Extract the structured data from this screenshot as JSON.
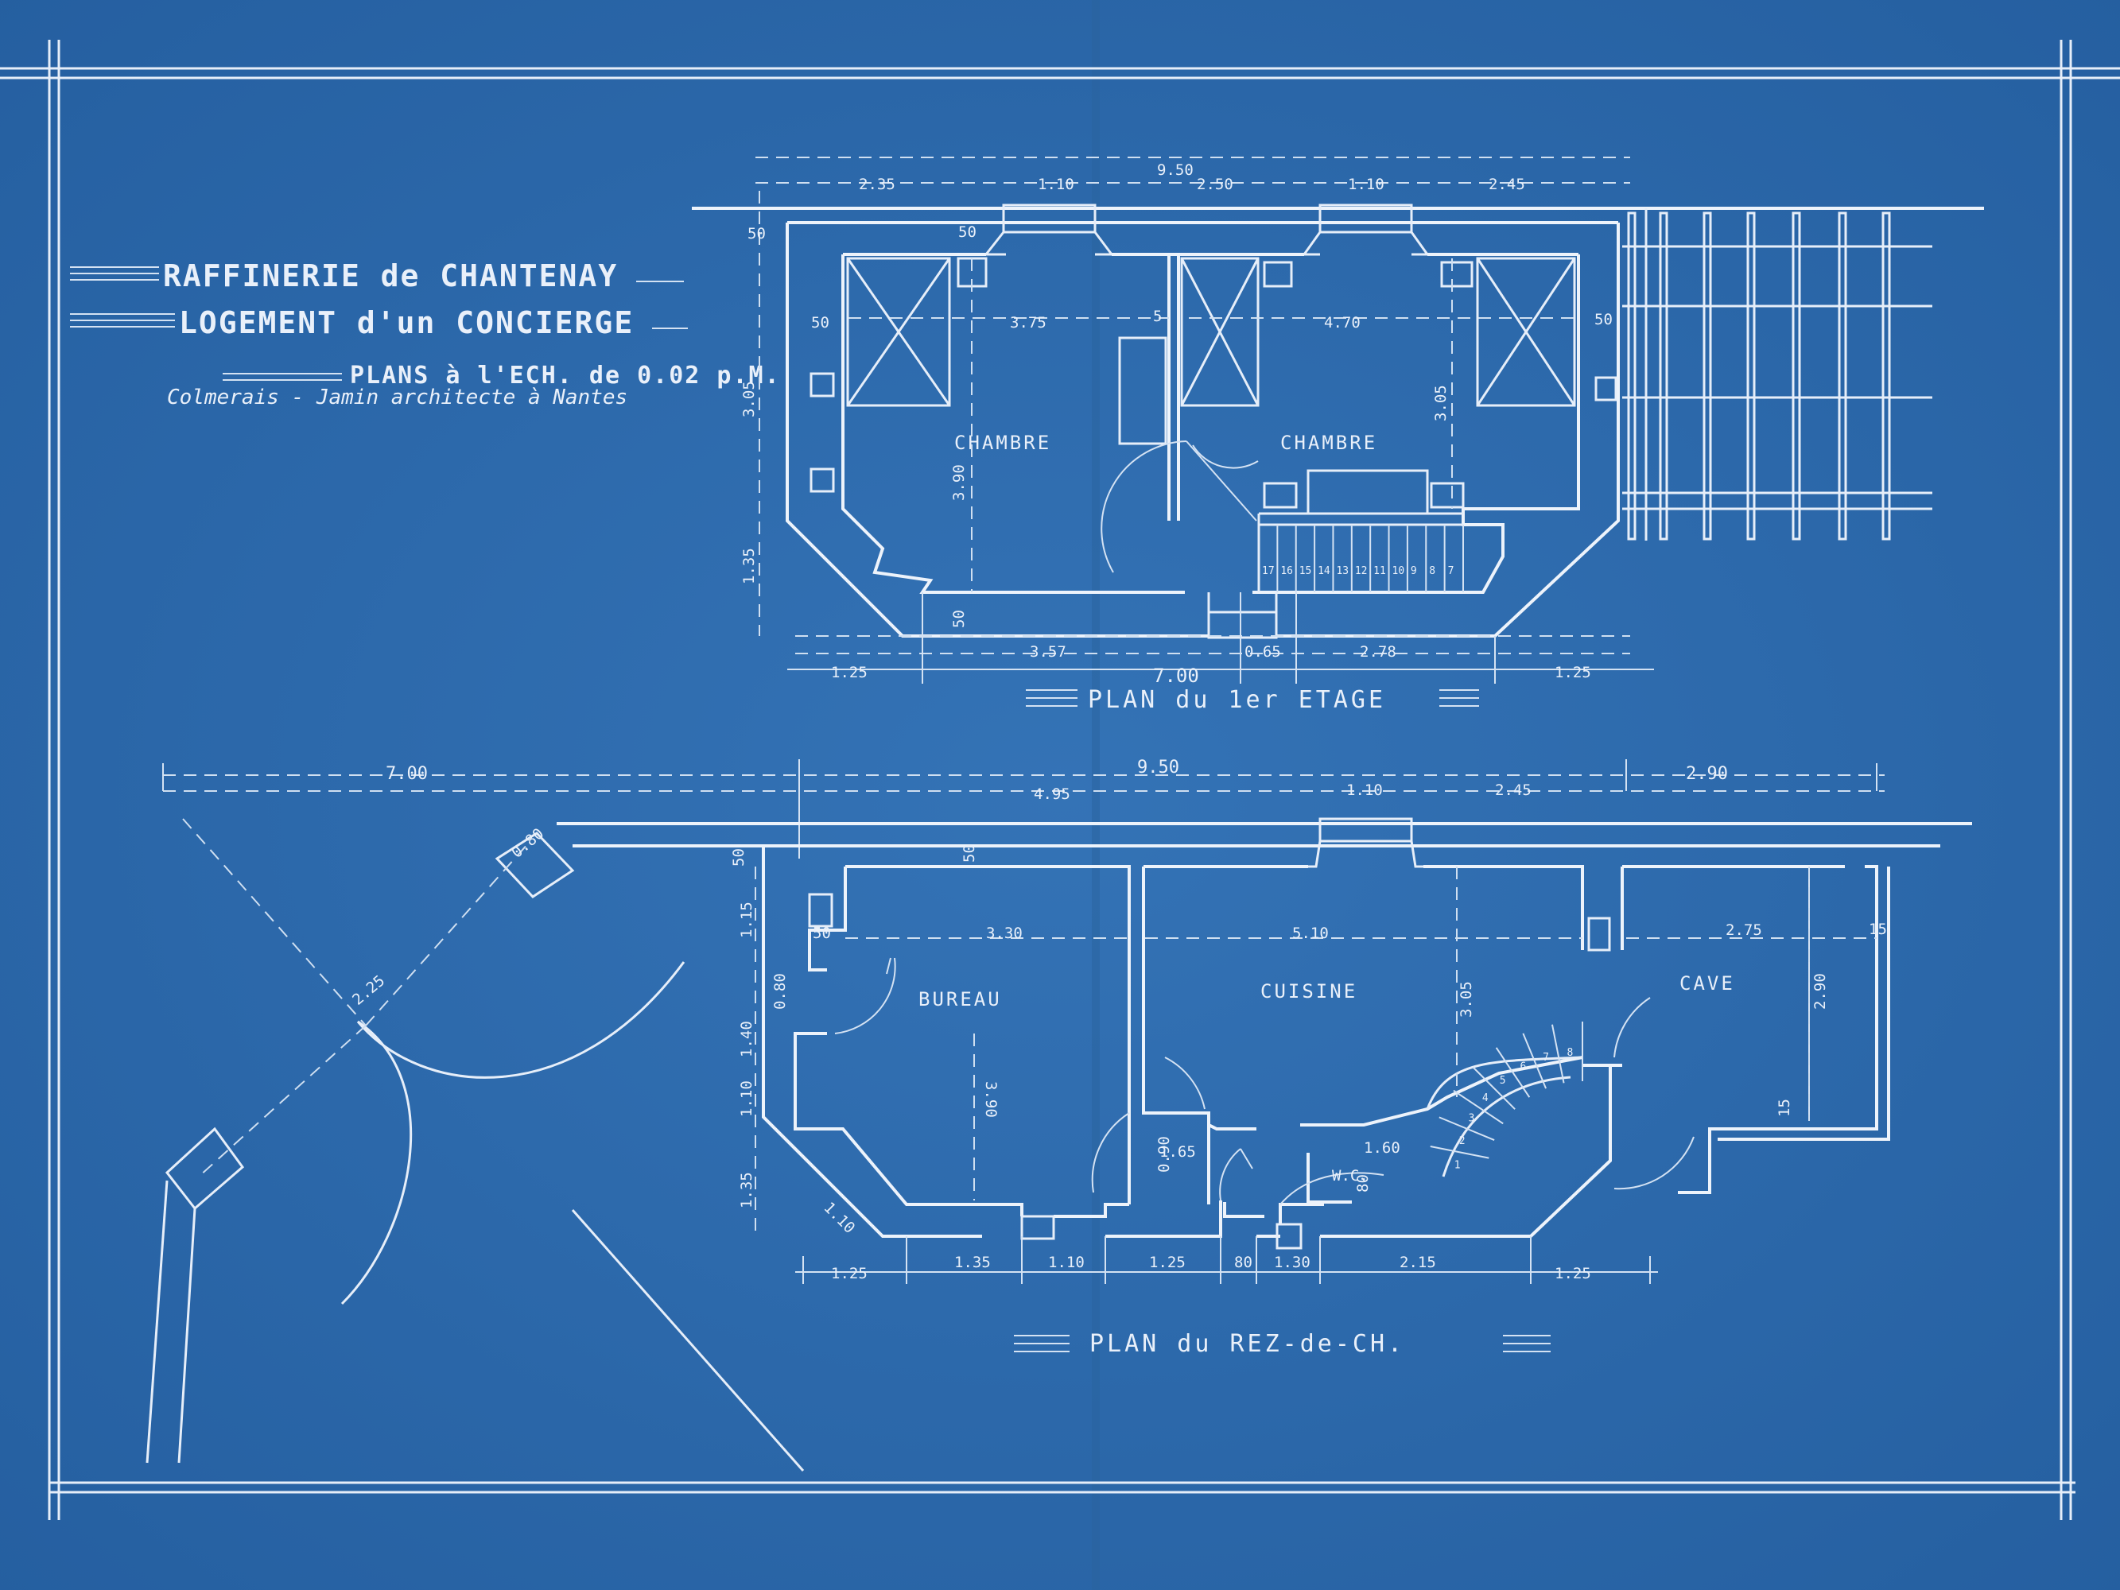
{
  "title_block": {
    "line1": "RAFFINERIE de CHANTENAY",
    "line2": "LOGEMENT d'un CONCIERGE",
    "line3": "PLANS à l'ECH. de 0.02 p.M.",
    "signature": "Colmerais - Jamin architecte à Nantes"
  },
  "first_floor": {
    "caption": "PLAN du 1er ETAGE",
    "rooms": [
      "CHAMBRE",
      "CHAMBRE"
    ],
    "top_dims": {
      "total": "9.50",
      "segments": [
        "2.35",
        "1.10",
        "2.50",
        "1.10",
        "2.45"
      ]
    },
    "bottom_dims": {
      "total": "7.00",
      "segments": [
        "1.25",
        "3.57",
        "0.65",
        "2.78",
        "1.25"
      ]
    },
    "inner_dims": [
      "3.75",
      "4.70",
      "3.90",
      "3.05",
      "3.05",
      "1.35",
      "50",
      "50",
      "50",
      "50",
      "50",
      "5"
    ],
    "stair_steps": [
      "17",
      "16",
      "15",
      "14",
      "13",
      "12",
      "11",
      "10",
      "9",
      "8",
      "7"
    ]
  },
  "ground_floor": {
    "caption": "PLAN du REZ-de-CH.",
    "rooms": [
      "BUREAU",
      "CUISINE",
      "CAVE",
      "W.C."
    ],
    "top_dims": {
      "left": "7.00",
      "total": "9.50",
      "segments": [
        "4.95",
        "1.10",
        "2.45"
      ],
      "right": "2.90"
    },
    "bottom_dims": [
      "1.25",
      "1.35",
      "1.10",
      "1.25",
      "80",
      "1.30",
      "2.15",
      "1.25"
    ],
    "inner_dims": [
      "3.30",
      "5.10",
      "2.75",
      "3.90",
      "3.05",
      "2.90",
      "1.15",
      "1.40",
      "1.10",
      "1.35",
      "1.65",
      "1.60",
      "0.90",
      "0.80",
      "0.80",
      "2.25",
      "50",
      "50",
      "50",
      "15",
      "15",
      "80",
      "1.10"
    ],
    "stair_steps": [
      "1",
      "2",
      "3",
      "4",
      "5",
      "6",
      "7",
      "8"
    ]
  }
}
